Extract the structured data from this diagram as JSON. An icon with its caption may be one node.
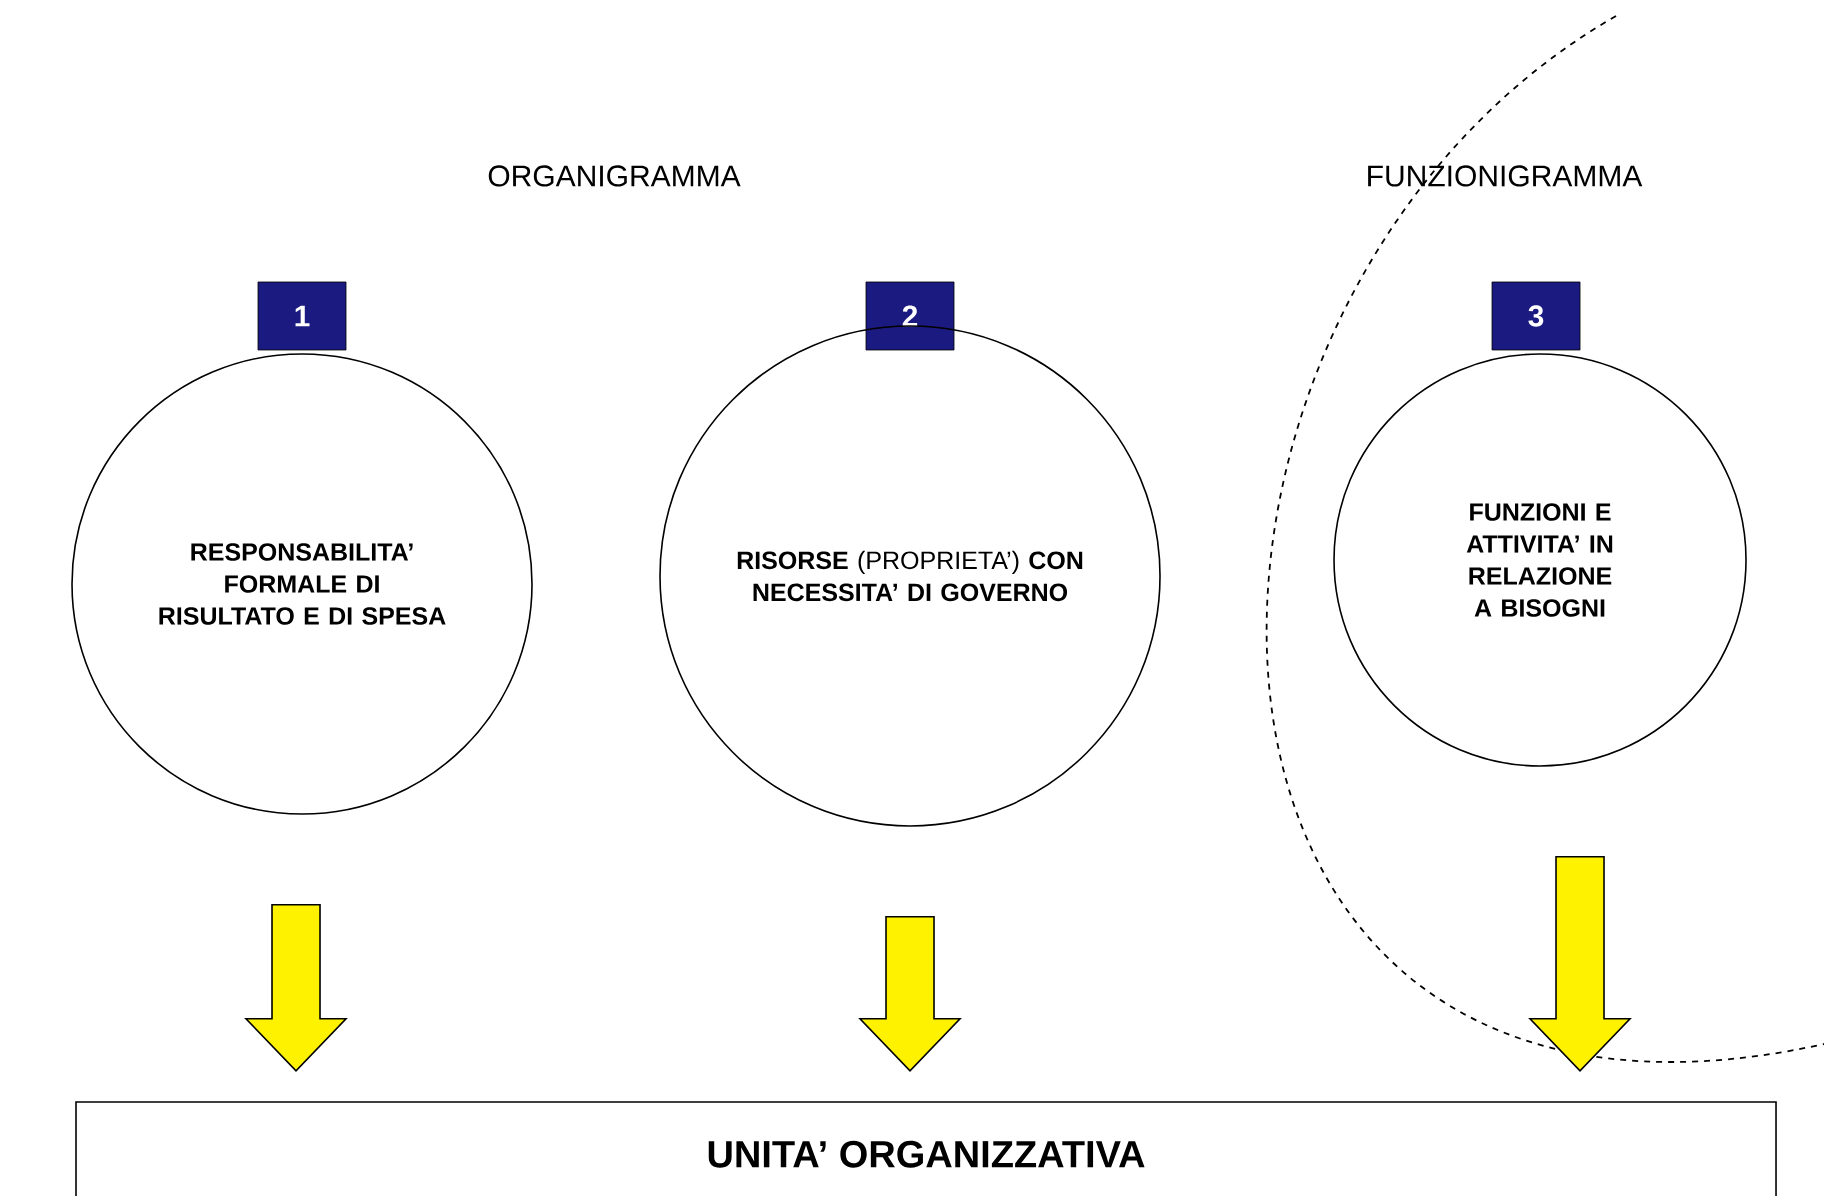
{
  "diagram": {
    "nodes": [
      {
        "text": [
          "1"
        ]
      },
      {
        "text": [
          "RESPONSABILITA’ FORMALE DI RISULTATO E DI SPESA"
        ]
      },
      {
        "text": [
          "2"
        ]
      },
      {
        "text": [
          "**RISORSE** (PROPRIETA’) **CON NECESSITA’ DI GOVERNO**"
        ]
      },
      {
        "text": [
          "3"
        ]
      },
      {
        "text": [
          "FUNZIONI E ATTIVITA’ IN RELAZIONE A BISOGNI"
        ]
      },
      {
        "text": [
          "UNITA’ ORGANIZZATIVA"
        ]
      }
    ],
    "edges": [
      {
        "from": 1,
        "to": 6,
        "arrow": "to"
      },
      {
        "from": 3,
        "to": 6,
        "arrow": "to"
      },
      {
        "from": 5,
        "to": 6,
        "arrow": "to"
      }
    ],
    "labels": [
      "ORGANIGRAMMA",
      "FUNZIONIGRAMMA"
    ]
  }
}
